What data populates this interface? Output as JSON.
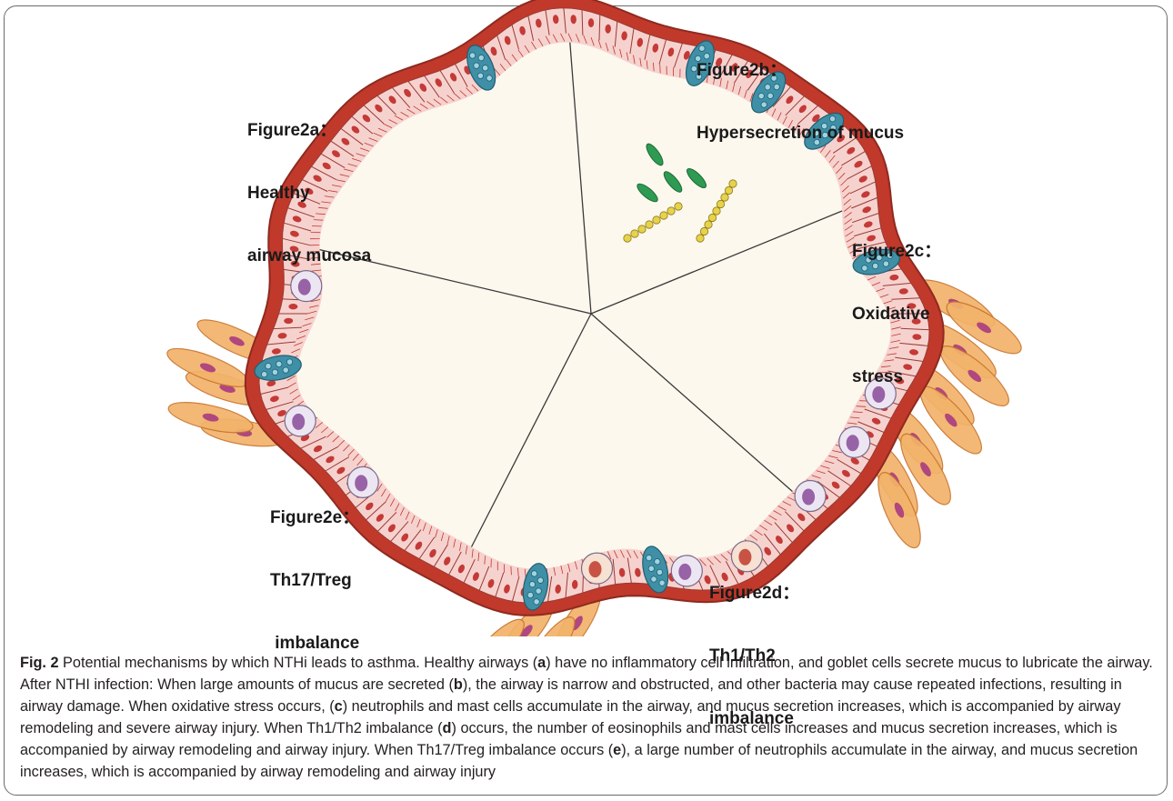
{
  "labels": {
    "a": {
      "head": "Figure2a：",
      "lines": [
        "Healthy",
        "airway mucosa"
      ]
    },
    "b": {
      "head": "Figure2b：",
      "lines": [
        "Hypersecretion of mucus"
      ]
    },
    "c": {
      "head": "Figure2c：",
      "lines": [
        "Oxidative",
        "stress"
      ]
    },
    "d": {
      "head": "Figure2d：",
      "lines": [
        "Th1/Th2",
        "imbalance"
      ]
    },
    "e": {
      "head": "Figure2e：",
      "lines": [
        "Th17/Treg",
        " imbalance"
      ]
    }
  },
  "caption": {
    "fig_label": "Fig. 2",
    "segments": [
      {
        "t": " Potential mechanisms by which NTHi leads to asthma. Healthy airways ("
      },
      {
        "t": "a",
        "b": true
      },
      {
        "t": ") have no inflammatory cell infiltration, and goblet cells secrete mucus to lubricate the airway. After NTHI infection: When large amounts of mucus are secreted ("
      },
      {
        "t": "b",
        "b": true
      },
      {
        "t": "), the airway is narrow and obstructed, and other bacteria may cause repeated infections, resulting in airway damage. When oxidative stress occurs, ("
      },
      {
        "t": "c",
        "b": true
      },
      {
        "t": ") neutrophils and mast cells accumulate in the airway, and mucus secretion increases, which is accompanied by airway remodeling and severe airway injury. When Th1/Th2 imbalance ("
      },
      {
        "t": "d",
        "b": true
      },
      {
        "t": ") occurs, the number of eosinophils and mast cells increases and mucus secretion increases, which is accompanied by airway remodeling and airway injury. When Th17/Treg imbalance occurs ("
      },
      {
        "t": "e",
        "b": true
      },
      {
        "t": "), a large number of neutrophils accumulate in the airway, and mucus secretion increases, which is accompanied by airway remodeling and airway injury"
      }
    ]
  },
  "colors": {
    "wall": "#c0392b",
    "wall_dark": "#8e2a20",
    "lumen": "#fdf8ee",
    "epithelium": "#f6d2cf",
    "nucleus": "#c43a36",
    "goblet": "#3f8fa6",
    "muscle": "#f2b36a",
    "muscle_nucleus": "#b0477e",
    "bacteria_rod": "#2e9a52",
    "bacteria_cocci": "#e8d24a",
    "leukocyte": "#ece6f2",
    "leukocyte_nucleus": "#8a4a9a"
  }
}
